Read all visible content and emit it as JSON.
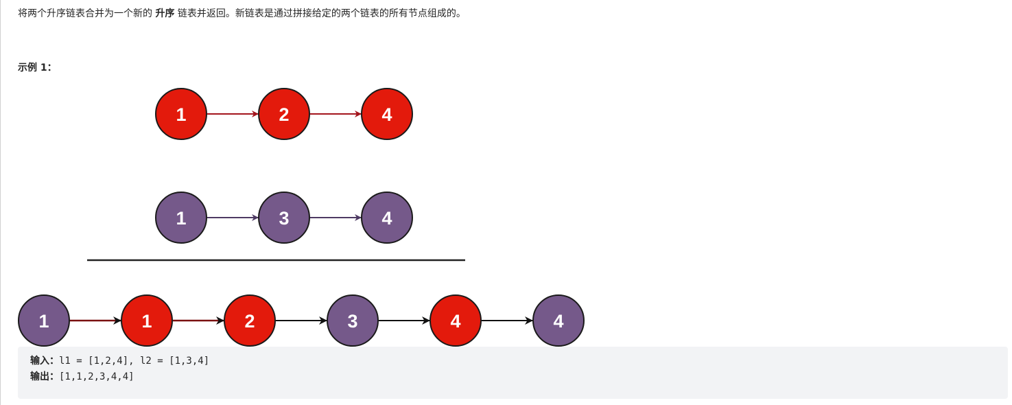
{
  "description": {
    "part1": "将两个升序链表合并为一个新的 ",
    "emphasis": "升序",
    "part2": " 链表并返回。新链表是通过拼接给定的两个链表的所有节点组成的。"
  },
  "example": {
    "title": "示例 1：",
    "input_label": "输入：",
    "input_value": "l1 = [1,2,4], l2 = [1,3,4]",
    "output_label": "输出：",
    "output_value": "[1,1,2,3,4,4]"
  },
  "diagram": {
    "colors": {
      "red": "#e31a0c",
      "purple": "#75598a",
      "red_arrow": "#a3141c",
      "purple_arrow": "#4e3a63",
      "black": "#111111"
    },
    "list1": [
      "1",
      "2",
      "4"
    ],
    "list2": [
      "1",
      "3",
      "4"
    ],
    "merged": [
      {
        "value": "1",
        "color": "purple"
      },
      {
        "value": "1",
        "color": "red"
      },
      {
        "value": "2",
        "color": "red"
      },
      {
        "value": "3",
        "color": "purple"
      },
      {
        "value": "4",
        "color": "red"
      },
      {
        "value": "4",
        "color": "purple"
      }
    ]
  }
}
